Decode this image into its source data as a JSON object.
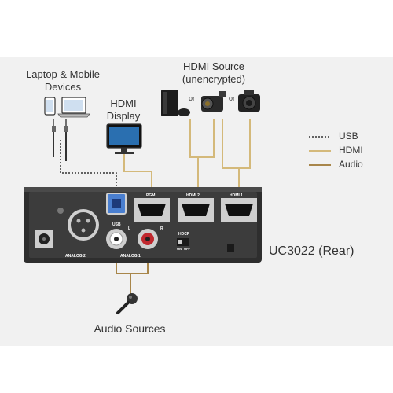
{
  "labels": {
    "laptop_line1": "Laptop & Mobile",
    "laptop_line2": "Devices",
    "hdmi_display_line1": "HDMI",
    "hdmi_display_line2": "Display",
    "hdmi_source_line1": "HDMI Source",
    "hdmi_source_line2": "(unencrypted)",
    "or_1": "or",
    "or_2": "or",
    "device_title": "UC3022 (Rear)",
    "audio_sources": "Audio Sources"
  },
  "legend": [
    {
      "label": "USB",
      "style": "dotted",
      "color": "#333333"
    },
    {
      "label": "HDMI",
      "style": "solid",
      "color": "#d4b97a"
    },
    {
      "label": "Audio",
      "style": "solid",
      "color": "#a8864a"
    }
  ],
  "device_labels": {
    "usb": "USB",
    "hdmi_out": "PGM",
    "hdmi2": "HDMI 2",
    "hdmi1": "HDMI 1",
    "analog2": "ANALOG 2",
    "analog1": "ANALOG 1",
    "hdcp": "HDCP",
    "hdcp_on": "ON",
    "hdcp_off": "OFF",
    "jack_l": "L",
    "jack_r": "R"
  },
  "colors": {
    "hdmi_line": "#d4b97a",
    "audio_line": "#a8864a",
    "usb_line": "#333333",
    "device_body": "#2e2e2e",
    "device_panel": "#3c3c3c",
    "band": "#f1f1f1"
  }
}
